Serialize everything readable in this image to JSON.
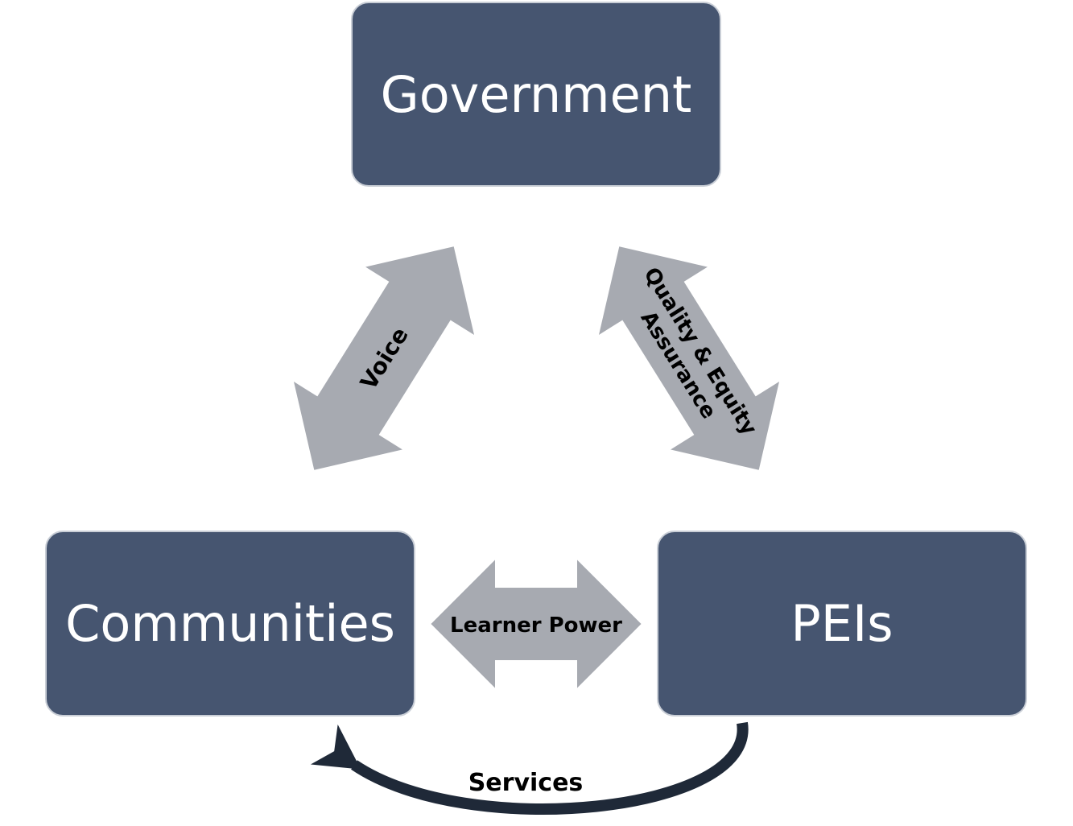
{
  "nodes": {
    "government": "Government",
    "communities": "Communities",
    "peis": "PEIs"
  },
  "links": {
    "voice": "Voice",
    "quality_line1": "Quality & Equity",
    "quality_line2": "Assurance",
    "learner_power": "Learner Power",
    "services": "Services"
  },
  "colors": {
    "node_fill": "#465570",
    "arrow_fill": "#a7aab1",
    "curve_stroke": "#1f2938"
  }
}
